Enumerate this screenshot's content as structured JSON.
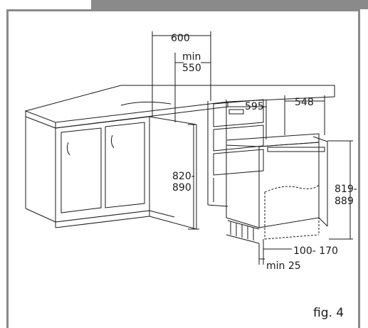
{
  "dimensions": {
    "d600": "600",
    "min550_line1": "min",
    "min550_line2": "550",
    "d595": "595",
    "d548": "548",
    "d820_line1": "820-",
    "d820_line2": "890",
    "d819_line1": "819-",
    "d819_line2": "889",
    "d100": "100- 170",
    "min25": "min 25"
  },
  "caption": "fig. 4",
  "colors": {
    "frame": "#8a8a8a",
    "line": "#1a1a1a"
  }
}
